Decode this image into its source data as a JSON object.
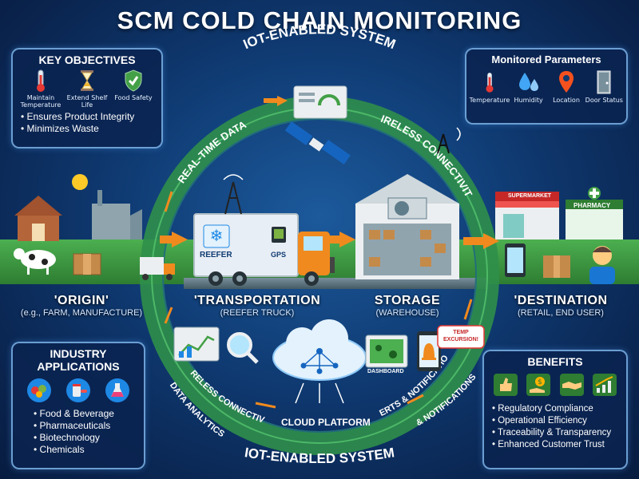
{
  "title": "SCM COLD CHAIN MONITORING",
  "key_objectives": {
    "title": "KEY OBJECTIVES",
    "items": [
      {
        "icon": "thermometer-icon",
        "label": "Maintain Temperature"
      },
      {
        "icon": "hourglass-icon",
        "label": "Extend Shelf Life"
      },
      {
        "icon": "shield-check-icon",
        "label": "Food Safety"
      }
    ],
    "bullets": [
      "Ensures Product Integrity",
      "Minimizes Waste"
    ]
  },
  "monitored_parameters": {
    "title": "Monitored Parameters",
    "items": [
      {
        "icon": "thermometer-icon",
        "label": "Temperature"
      },
      {
        "icon": "droplets-icon",
        "label": "Humidity"
      },
      {
        "icon": "location-pin-icon",
        "label": "Location"
      },
      {
        "icon": "door-icon",
        "label": "Door Status"
      }
    ]
  },
  "ring": {
    "top": "IOT-ENABLED SYSTEM",
    "bottom": "IOT-ENABLED SYSTEM",
    "real_time_data": "REAL-TIME DATA",
    "wireless_top": "WIRELESS CONNECTIVITY",
    "wireless_bottom": "WIRELESS CONNECTIVITY",
    "data_analytics": "DATA ANALYTICS",
    "alerts": "ALERTS & NOTIFICATIONS",
    "notifications": "& NOTIFICATIONS",
    "cloud_platform": "CLOUD PLATFORM"
  },
  "truck": {
    "reefer": "REEFER",
    "gps": "GPS"
  },
  "shops": {
    "supermarket": "SUPERMARKET",
    "pharmacy": "PHARMACY"
  },
  "stages": {
    "origin": {
      "title": "'ORIGIN'",
      "sub": "(e.g., FARM, MANUFACTURE)"
    },
    "transportation": {
      "title": "'TRANSPORTATION",
      "sub": "(REEFER TRUCK)"
    },
    "storage": {
      "title": "STORAGE",
      "sub": "(WAREHOUSE)"
    },
    "destination": {
      "title": "'DESTINATION",
      "sub": "(RETAIL, END USER)"
    }
  },
  "dashboard": "DASHBOARD",
  "temp_excursion": "TEMP EXCURSION!",
  "industry": {
    "title": "INDUSTRY APPLICATIONS",
    "icons": [
      "food-basket-icon",
      "medicine-icon",
      "flask-icon"
    ],
    "bullets": [
      "Food & Beverage",
      "Pharmaceuticals",
      "Biotechnology",
      "Chemicals"
    ]
  },
  "benefits": {
    "title": "BENEFITS",
    "icons": [
      "thumbs-up-icon",
      "money-hand-icon",
      "handshake-icon",
      "growth-chart-icon"
    ],
    "bullets": [
      "Regulatory Compliance",
      "Operational Efficiency",
      "Traceability & Transparency",
      "Enhanced Customer Trust"
    ]
  },
  "colors": {
    "ring": "#3fae5a",
    "arrow": "#f08a1e",
    "panel_border": "#8cc8ff"
  }
}
